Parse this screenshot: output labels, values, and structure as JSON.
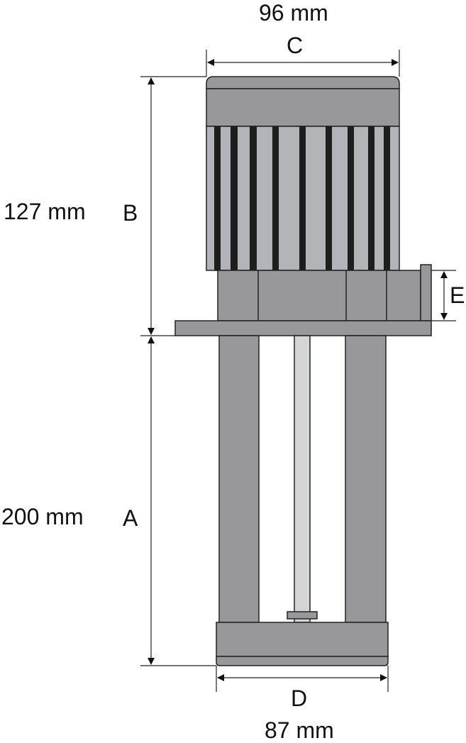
{
  "diagram": {
    "type": "pump dimension drawing",
    "colors": {
      "body_dark": "#98989b",
      "body_light": "#b3b4b7",
      "fin": "#1e1e1e",
      "shaft": "#d4d5d7",
      "line": "#222222"
    },
    "dimensions": {
      "A": {
        "letter": "A",
        "value": "200 mm"
      },
      "B": {
        "letter": "B",
        "value": "127 mm"
      },
      "C": {
        "letter": "C",
        "value": "96 mm"
      },
      "D": {
        "letter": "D",
        "value": "87 mm"
      },
      "E": {
        "letter": "E"
      }
    }
  }
}
